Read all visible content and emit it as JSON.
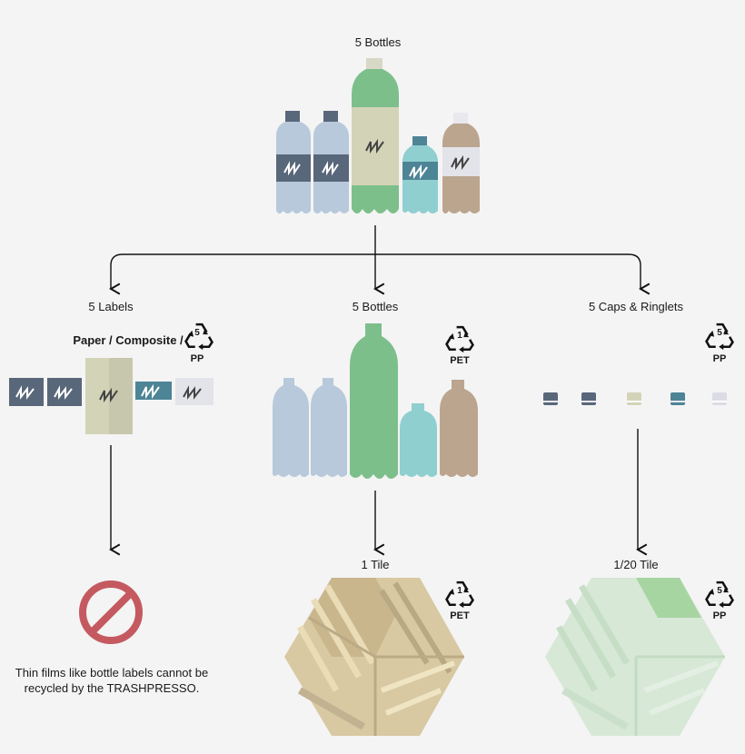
{
  "top": {
    "title": "5 Bottles"
  },
  "branches": {
    "labels": {
      "title": "5 Labels",
      "material": "Paper / Composite /",
      "code_number": "5",
      "code_name": "PP"
    },
    "bottles": {
      "title": "5 Bottles",
      "code_number": "1",
      "code_name": "PET"
    },
    "caps": {
      "title": "5 Caps & Ringlets",
      "code_number": "5",
      "code_name": "PP"
    }
  },
  "results": {
    "tile": {
      "title": "1 Tile",
      "code_number": "1",
      "code_name": "PET"
    },
    "fraction_tile": {
      "title": "1/20 Tile",
      "code_number": "5",
      "code_name": "PP"
    },
    "labels_note": "Thin films like bottle labels cannot be recycled by the TRASHPRESSO."
  },
  "colors": {
    "bottle_blue": "#b7c9db",
    "bottle_green": "#7dbf8b",
    "bottle_teal": "#8fcfd0",
    "bottle_brown": "#bba58f",
    "label_dark": "#59677a",
    "label_cream": "#d3d3b8",
    "no_sign": "#c45a60",
    "tile_tan": "#d8c9a3",
    "tile_mint": "#d7e8d6"
  }
}
